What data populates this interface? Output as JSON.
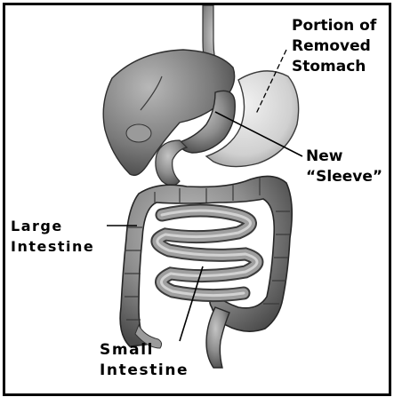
{
  "labels": {
    "portion_line1": "Portion of",
    "portion_line2": "Removed",
    "portion_line3": "Stomach",
    "new_line1": "New",
    "new_line2": "“Sleeve”",
    "large_line1": "Large",
    "large_line2": "Intestine",
    "small_line1": "Small",
    "small_line2": "Intestine"
  },
  "colors": {
    "border": "#000000",
    "text": "#000000",
    "organ_fill": "#8d8d8d",
    "organ_dark": "#5a5a5a",
    "stomach_removed": "#d9d9d9"
  }
}
